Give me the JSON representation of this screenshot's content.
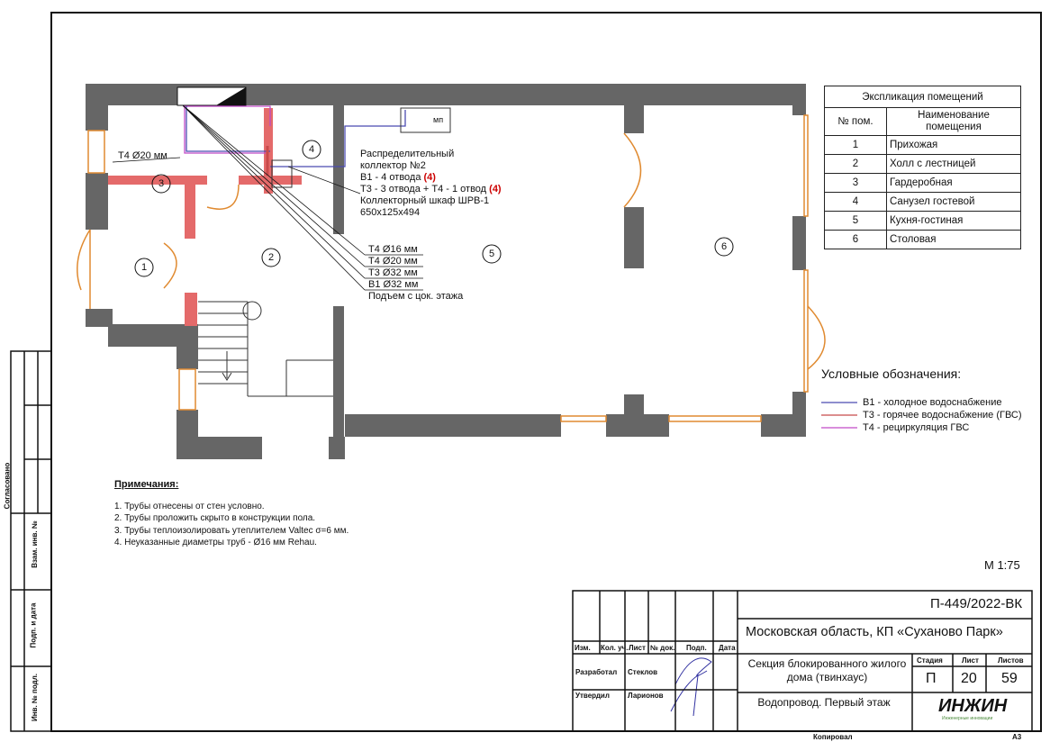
{
  "plan": {
    "rooms": [
      "1",
      "2",
      "3",
      "4",
      "5",
      "6"
    ],
    "label_t4_20": "T4 Ø20 мм",
    "collector": {
      "line1": "Распределительный",
      "line2": "коллектор №2",
      "line3": "В1 - 4 отвода",
      "line3_count": "(4)",
      "line4": "Т3 - 3 отвода + Т4 - 1 отвод",
      "line4_count": "(4)",
      "line5": "Коллекторный шкаф ШРВ-1",
      "line6": "650х125х494"
    },
    "risers": [
      "Т4 Ø16 мм",
      "Т4 Ø20 мм",
      "Т3 Ø32 мм",
      "В1 Ø32 мм"
    ],
    "riser_note": "Подъем с цок. этажа",
    "mp": "мп"
  },
  "explication": {
    "title": "Экспликация помещений",
    "col_num": "№ пом.",
    "col_name": "Наименование помещения",
    "rows": [
      {
        "n": "1",
        "name": "Прихожая"
      },
      {
        "n": "2",
        "name": "Холл с лестницей"
      },
      {
        "n": "3",
        "name": "Гардеробная"
      },
      {
        "n": "4",
        "name": "Санузел гостевой"
      },
      {
        "n": "5",
        "name": "Кухня-гостиная"
      },
      {
        "n": "6",
        "name": "Столовая"
      }
    ]
  },
  "legend": {
    "title": "Условные обозначения:",
    "items": [
      {
        "label": "В1 - холодное водоснабжение",
        "color": "#4b4bb0"
      },
      {
        "label": "Т3 - горячее водоснабжение (ГВС)",
        "color": "#c84a4a"
      },
      {
        "label": "Т4 - рециркуляция ГВС",
        "color": "#c04ac8"
      }
    ]
  },
  "notes": {
    "title": "Примечания:",
    "items": [
      "1.   Трубы отнесены от стен условно.",
      "2.   Трубы проложить скрыто в конструкции пола.",
      "3.   Трубы теплоизолировать утеплителем Valtec σ=6 мм.",
      "4.   Неуказанные диаметры труб - Ø16 мм Rehau."
    ]
  },
  "scale": "М 1:75",
  "stamp": {
    "code": "П-449/2022-ВК",
    "location": "Московская область, КП «Суханово Парк»",
    "object": "Секция блокированного жилого дома (твинхаус)",
    "sheet_title": "Водопровод. Первый этаж",
    "headers": [
      "Изм.",
      "Кол. уч.",
      "Лист",
      "№ док.",
      "Подп.",
      "Дата"
    ],
    "roles": [
      {
        "role": "Разработал",
        "name": "Стеклов"
      },
      {
        "role": "Утвердил",
        "name": "Ларионов"
      }
    ],
    "stage_label": "Стадия",
    "sheet_label": "Лист",
    "sheets_label": "Листов",
    "stage": "П",
    "sheet": "20",
    "sheets": "59",
    "logo": "ИНЖИН",
    "logo_sub": "Инженерные инновации",
    "copied": "Копировал",
    "format": "А3"
  },
  "side_stamp": {
    "agreed": "Согласовано",
    "vzam": "Взам. инв. №",
    "podp": "Подп. и дата",
    "inv": "Инв. № подл."
  }
}
